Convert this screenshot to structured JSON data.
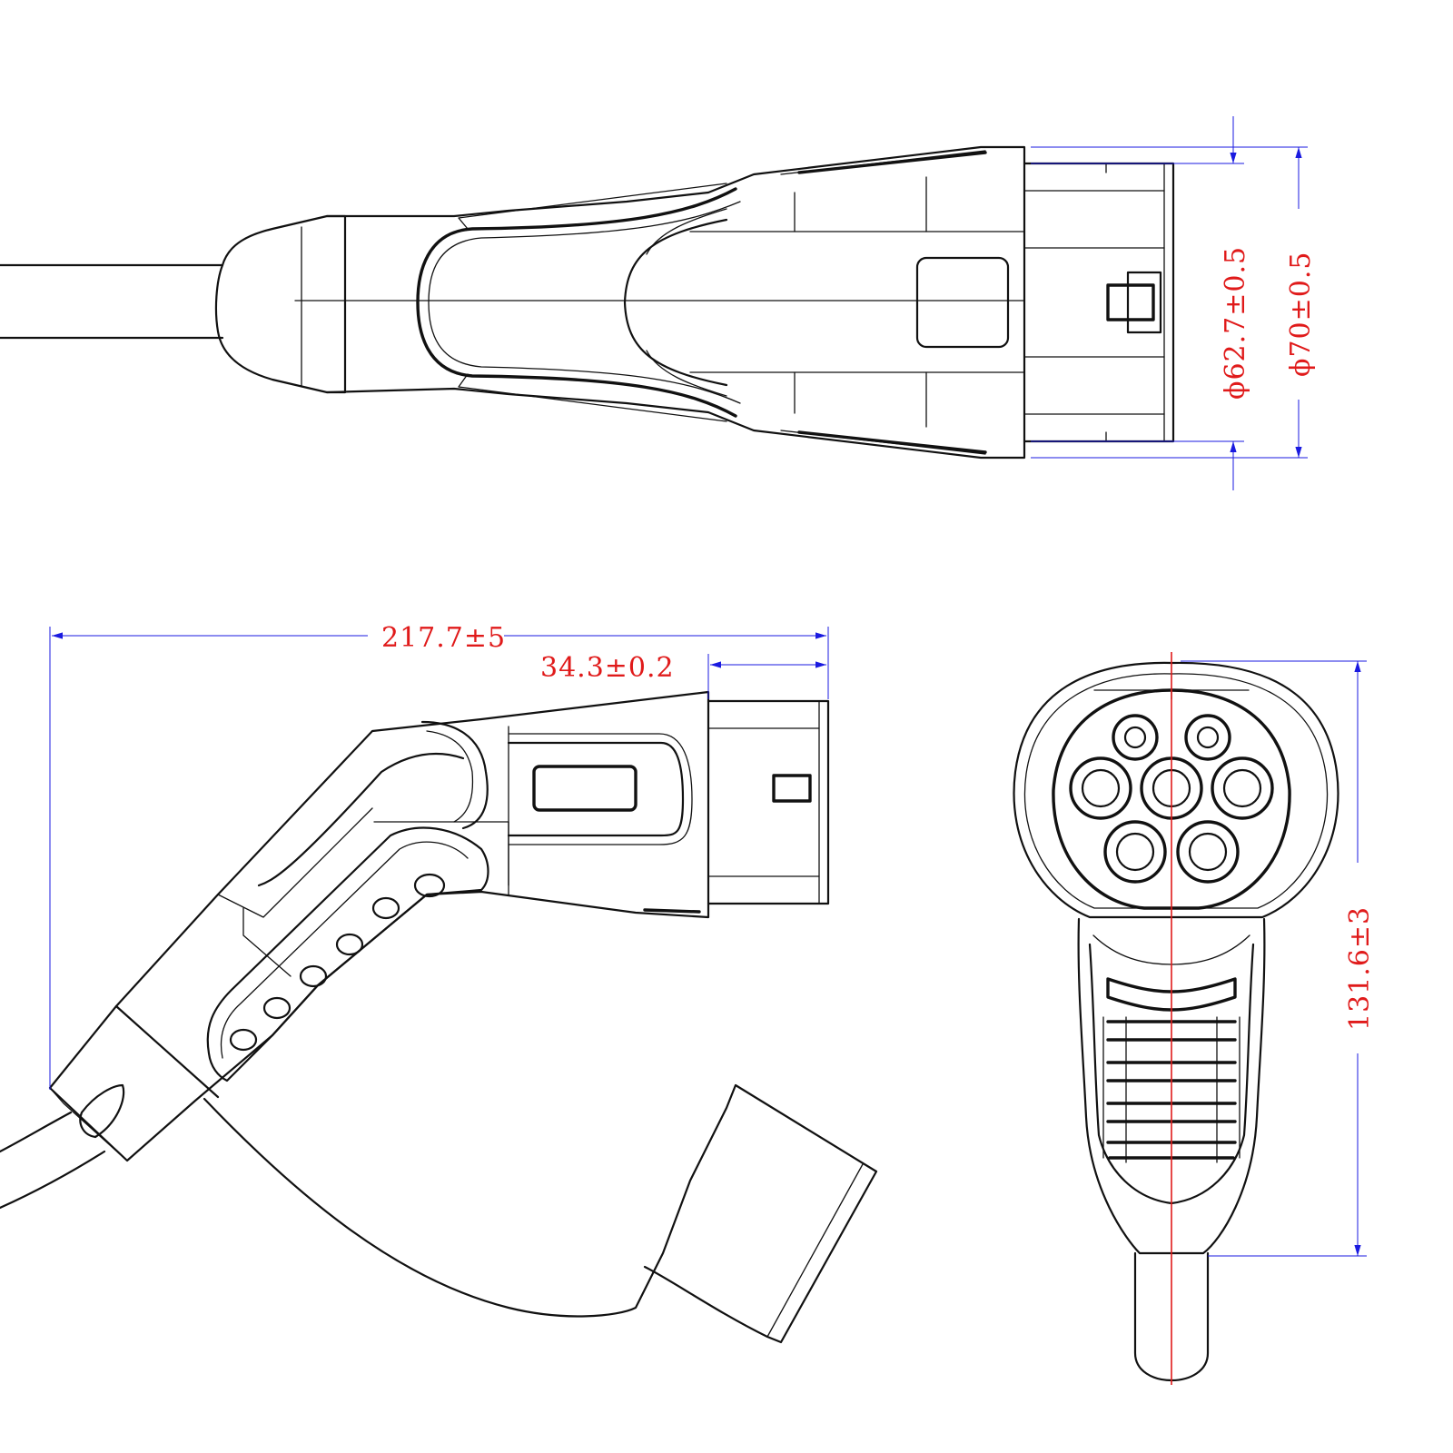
{
  "colors": {
    "line": "#111111",
    "dimension_line": "#1a1ae0",
    "dimension_text": "#e01a1a",
    "centerline": "#e01a1a"
  },
  "dimensions": {
    "top_inner_diameter": "ϕ62.7±0.5",
    "top_outer_diameter": "ϕ70±0.5",
    "overall_length": "217.7±5",
    "head_length": "34.3±0.2",
    "front_height": "131.6±3"
  }
}
